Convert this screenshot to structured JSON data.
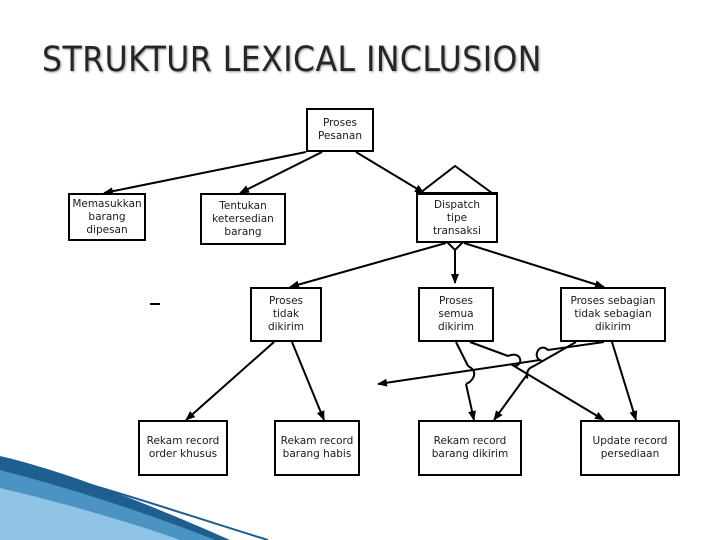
{
  "title": "STRUKTUR LEXICAL INCLUSION",
  "nodes": {
    "proses_pesanan": "Proses\nPesanan",
    "memasukkan_barang": "Memasukkan\nbarang\ndipesan",
    "tentukan_ketersediaan": "Tentukan\nketersedian\nbarang",
    "dispatch_transaksi": "Dispatch\ntipe\ntransaksi",
    "proses_tidak_dikirim": "Proses\ntidak\ndikirim",
    "proses_semua_dikirim": "Proses\nsemua\ndikirim",
    "proses_sebagian": "Proses sebagian\ntidak sebagian\ndikirim",
    "rekam_order_khusus": "Rekam record\norder khusus",
    "rekam_barang_habis": "Rekam record\nbarang habis",
    "rekam_barang_dikirim": "Rekam record\nbarang dikirim",
    "update_persediaan": "Update record\npersediaan"
  },
  "colors": {
    "stroke": "#000000",
    "title_text": "#262626",
    "corner_dark": "#1f5f8f",
    "corner_mid": "#4b93c3",
    "corner_light": "#8fc4e6"
  }
}
